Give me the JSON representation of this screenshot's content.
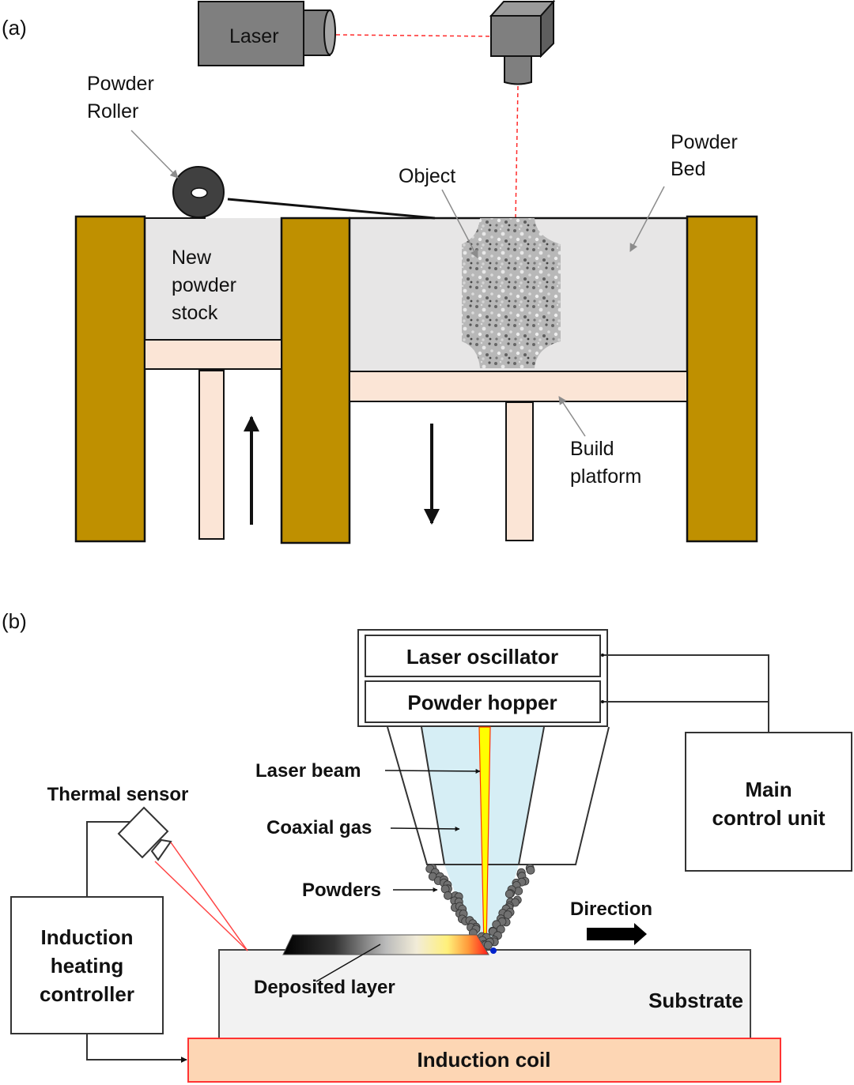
{
  "panel_a": {
    "label": "(a)",
    "laser": "Laser",
    "powder_roller": [
      "Powder",
      "Roller"
    ],
    "object": "Object",
    "powder_bed": [
      "Powder",
      "Bed"
    ],
    "new_powder_stock": [
      "New",
      "powder",
      "stock"
    ],
    "build_platform": [
      "Build",
      "platform"
    ],
    "colors": {
      "wall": "#bf9000",
      "powder": "#e7e6e6",
      "platform": "#fbe5d6",
      "laser_body": "#7f7f7f",
      "roller": "#404040",
      "beam": "#ff0000"
    }
  },
  "panel_b": {
    "label": "(b)",
    "laser_oscillator": "Laser oscillator",
    "powder_hopper": "Powder hopper",
    "laser_beam": "Laser beam",
    "coaxial_gas": "Coaxial gas",
    "powders": "Powders",
    "thermal_sensor": "Thermal sensor",
    "main_control_unit": [
      "Main",
      "control unit"
    ],
    "induction_heating_controller": [
      "Induction",
      "heating",
      "controller"
    ],
    "direction": "Direction",
    "deposited_layer": "Deposited layer",
    "substrate": "Substrate",
    "induction_coil": "Induction coil",
    "colors": {
      "gas": "#d6eef5",
      "beam_core": "#ffff00",
      "beam_edge": "#ff3300",
      "substrate": "#f2f2f2",
      "coil_fill": "#fdd6b4",
      "coil_stroke": "#ff3333",
      "powder_particle": "#707070"
    }
  }
}
